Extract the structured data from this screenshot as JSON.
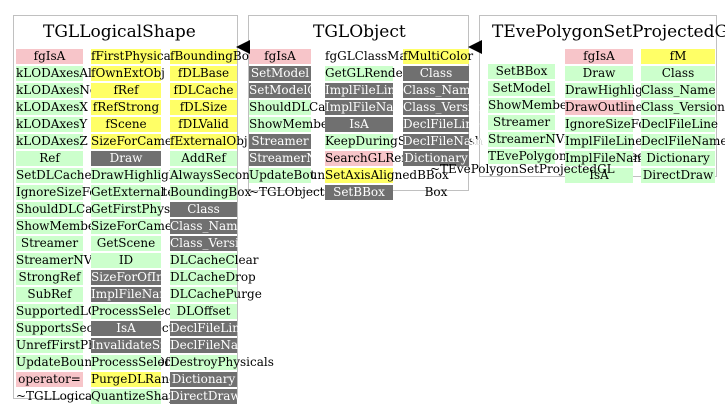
{
  "classes": {
    "shape": {
      "title": "TGLLogicalShape"
    },
    "object": {
      "title": "TGLObject"
    },
    "projected": {
      "title": "TEvePolygonSetProjectedGL"
    }
  },
  "legend_colors": {
    "pink": "#f7c5c9",
    "yellow": "#ffff66",
    "green": "#ccffcc",
    "gray": "#707070"
  },
  "cols": {
    "shape_c1": [
      "fgIsA",
      "kLODAxesAll",
      "kLODAxesNone",
      "kLODAxesX",
      "kLODAxesY",
      "kLODAxesZ",
      "Ref",
      "SetDLCache",
      "IgnoreSizeForCameraInterest",
      "ShouldDLCache",
      "ShowMembers",
      "Streamer",
      "StreamerNVirtual",
      "StrongRef",
      "SubRef",
      "SupportedLODAxes",
      "SupportsSecondarySelect",
      "UnrefFirstPhysical",
      "UpdateBoundingBoxesOfPhysicals",
      "operator=",
      "~TGLLogicalShape"
    ],
    "shape_c2": [
      "fFirstPhysical",
      "fOwnExtObj",
      "fRef",
      "fRefStrong",
      "fScene",
      "SizeForCameraInterest",
      "Draw",
      "DrawHighlight",
      "GetExternal",
      "GetFirstPhysical",
      "SizeForCameraInterest",
      "GetScene",
      "ID",
      "SizeForOfInterest",
      "ImplFileName",
      "ProcessSelection",
      "IsA",
      "InvalidateSmartRefresh",
      "ProcessSelection",
      "PurgeDLRange",
      "QuantizeShapeLOD"
    ],
    "shape_c3": [
      "fBoundingBox",
      "fDLBase",
      "fDLCache",
      "fDLSize",
      "fDLValid",
      "fExternalObj",
      "AddRef",
      "AlwaysSecondarySelect",
      "BoundingBox",
      "Class",
      "Class_Name",
      "Class_Version",
      "DLCacheClear",
      "DLCacheDrop",
      "DLCachePurge",
      "DLOffset",
      "DeclFileLine",
      "DeclFileName",
      "DestroyPhysicals",
      "Dictionary",
      "DirectDraw"
    ],
    "object_c1": [
      "fgIsA",
      "SetModel",
      "SetModelCheckClass",
      "ShouldDLCache",
      "ShowMembers",
      "Streamer",
      "StreamerNVirtual",
      "UpdateBoundingBox",
      "~TGLObject"
    ],
    "object_c2": [
      "fgGLClassMap",
      "GetGLRenderer",
      "ImplFileLine",
      "ImplFileName",
      "IsA",
      "KeepDuringSmartRefresh",
      "SearchGLRenderer",
      "SetAxisAlignedBBox",
      "SetBBox"
    ],
    "object_c3": [
      "fMultiColor",
      "Class",
      "Class_Name",
      "Class_Version",
      "DeclFileLine",
      "DeclFileName",
      "Dictionary",
      "",
      "Box"
    ],
    "projected_c1": [
      "SetBBox",
      "SetModel",
      "ShowMembers",
      "Streamer",
      "StreamerNVirtual",
      "TEvePolygonSetProjectedGL"
    ],
    "projected_c2": [
      "fgIsA",
      "Draw",
      "DrawHighlight",
      "DrawOutline",
      "IgnoreSizeForOfInterest",
      "ImplFileLine",
      "ImplFileName",
      "IsA"
    ],
    "projected_c3": [
      "fM",
      "Class",
      "Class_Name",
      "Class_Version",
      "DeclFileLine",
      "DeclFileName",
      "Dictionary",
      "DirectDraw"
    ],
    "projected_extra": [
      "~TEvePolygonSetProjectedGL"
    ]
  }
}
